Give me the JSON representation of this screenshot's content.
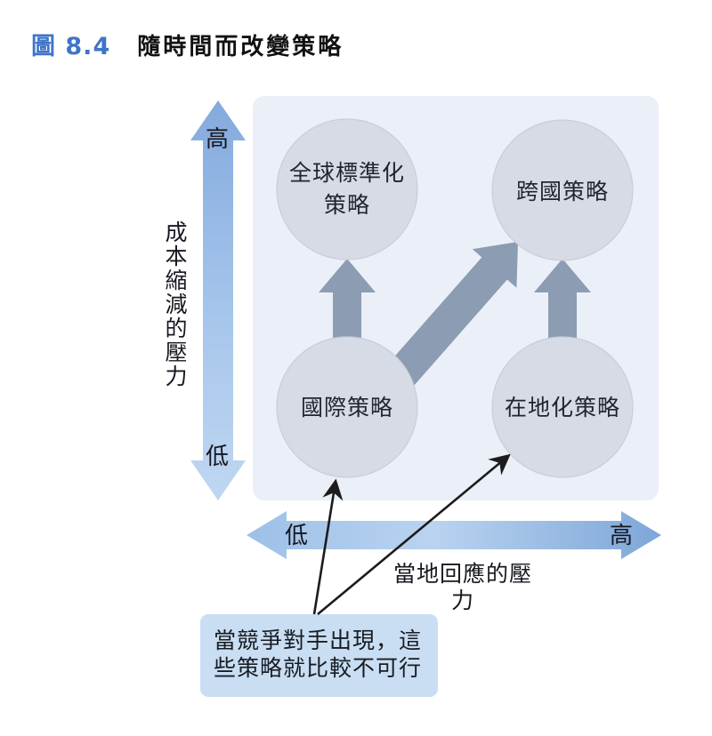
{
  "title": {
    "figure_label": "圖 8.4",
    "text": "隨時間而改變策略"
  },
  "y_axis": {
    "label": "成本縮減的壓力",
    "high": "高",
    "low": "低"
  },
  "x_axis": {
    "label": "當地回應的壓力",
    "low": "低",
    "high": "高"
  },
  "nodes": {
    "global_standardization": "全球標準化\n策略",
    "transnational": "跨國策略",
    "international": "國際策略",
    "localization": "在地化策略"
  },
  "callout": {
    "text": "當競爭對手出現，這\n些策略就比較不可行"
  },
  "colors": {
    "figure_label_blue": "#3f74c8",
    "panel_bg": "#ebeff7",
    "node_fill": "#d6dbe5",
    "node_stroke": "#c7cdda",
    "transition_arrow": "#8c9cb2",
    "axis_arrow_dark_top": "#84aadd",
    "axis_arrow_light": "#bfd7f1",
    "axis_arrow_left": "#9dc0e8",
    "axis_arrow_mid": "#b9d3f0",
    "axis_arrow_dark_right": "#7ea6d8",
    "callout_bg": "#c9def3",
    "thin_arrow": "#1c1c1c"
  }
}
